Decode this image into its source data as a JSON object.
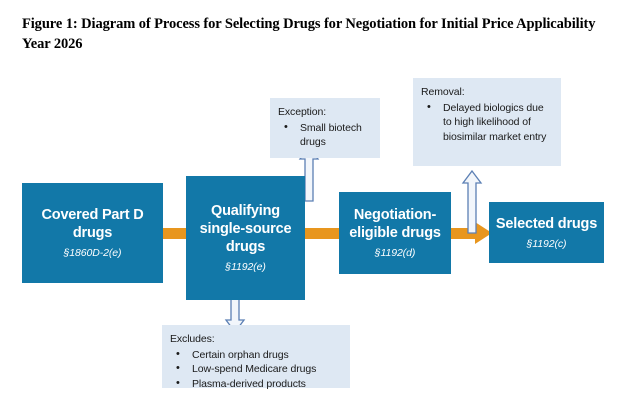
{
  "figure": {
    "title": "Figure 1: Diagram of Process for Selecting Drugs for Negotiation for Initial Price Applicability Year 2026"
  },
  "colors": {
    "process_box": "#1278a8",
    "connector_orange": "#e8961e",
    "callout_background": "#dee8f3",
    "arrow_outline": "#4a6fa5",
    "text_on_box": "#ffffff"
  },
  "process_boxes": [
    {
      "id": "covered-part-d",
      "title": "Covered Part D drugs",
      "citation": "§1860D-2(e)"
    },
    {
      "id": "qualifying-single",
      "title": "Qualifying single-source drugs",
      "citation": "§1192(e)"
    },
    {
      "id": "negotiation-eligible",
      "title": "Negotiation-eligible drugs",
      "citation": "§1192(d)"
    },
    {
      "id": "selected-drugs",
      "title": "Selected drugs",
      "citation": "§1192(c)"
    }
  ],
  "callouts": [
    {
      "id": "exception",
      "heading": "Exception:",
      "items": [
        "Small biotech drugs"
      ]
    },
    {
      "id": "removal",
      "heading": "Removal:",
      "items": [
        "Delayed biologics due to high likelihood of biosimilar market entry"
      ]
    },
    {
      "id": "excludes",
      "heading": "Excludes:",
      "items": [
        "Certain orphan drugs",
        "Low-spend Medicare drugs",
        "Plasma-derived products"
      ]
    }
  ],
  "connectors": [
    {
      "id": "covered-to-qualifying",
      "kind": "orange-bar",
      "direction": "right"
    },
    {
      "id": "qualifying-to-negotiation",
      "kind": "orange-bar",
      "direction": "right"
    },
    {
      "id": "negotiation-to-selected",
      "kind": "orange-arrow",
      "direction": "right"
    },
    {
      "id": "exception-up",
      "kind": "hollow-arrow",
      "direction": "up"
    },
    {
      "id": "removal-up",
      "kind": "hollow-arrow",
      "direction": "up"
    },
    {
      "id": "excludes-down",
      "kind": "hollow-arrow",
      "direction": "down"
    }
  ]
}
